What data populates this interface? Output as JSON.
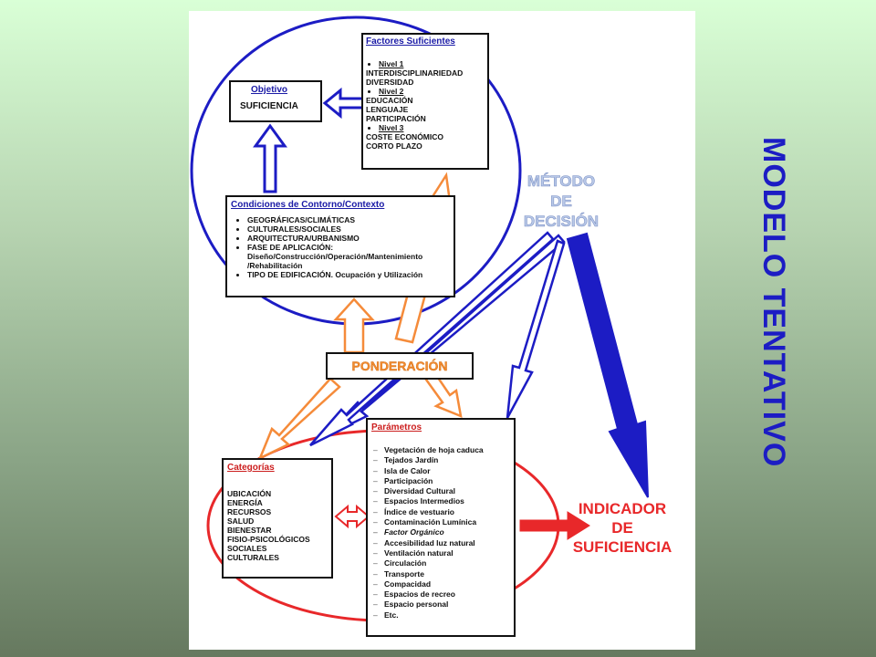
{
  "side_title": "MODELO TENTATIVO",
  "objetivo": {
    "title": "Objetivo",
    "value": "SUFICIENCIA"
  },
  "factores": {
    "title": "Factores Suficientes",
    "levels": [
      {
        "label": "Nivel 1",
        "items": [
          "INTERDISCIPLINARIEDAD",
          "DIVERSIDAD"
        ]
      },
      {
        "label": "Nivel 2",
        "items": [
          "EDUCACIÓN",
          "LENGUAJE",
          "PARTICIPACIÓN"
        ]
      },
      {
        "label": "Nivel 3",
        "items": [
          "COSTE ECONÓMICO",
          "CORTO PLAZO"
        ]
      }
    ]
  },
  "condiciones": {
    "title": "Condiciones de Contorno/Contexto",
    "items": [
      "GEOGRÁFICAS/CLIMÁTICAS",
      "CULTURALES/SOCIALES",
      "ARQUITECTURA/URBANISMO",
      "FASE DE APLICACIÓN: Diseño/Construcción/Operación/Mantenimiento /Rehabilitación",
      "TIPO DE EDIFICACIÓN. Ocupación y Utilización"
    ]
  },
  "metodo": {
    "line1": "MÉTODO",
    "line2": "DE",
    "line3": "DECISIÓN"
  },
  "ponderacion": "PONDERACIÓN",
  "categorias": {
    "title": "Categorías",
    "items": [
      "UBICACIÓN",
      "ENERGÍA",
      "RECURSOS",
      "SALUD",
      "BIENESTAR",
      "FISIO-PSICOLÓGICOS",
      "SOCIALES",
      "CULTURALES"
    ]
  },
  "parametros": {
    "title": "Parámetros",
    "items": [
      "Vegetación de hoja caduca",
      "Tejados Jardín",
      "Isla de Calor",
      "Participación",
      "Diversidad Cultural",
      "Espacios Intermedios",
      "Índice de vestuario",
      "Contaminación Lumínica",
      "Factor Orgánico",
      "Accesibilidad luz natural",
      "Ventilación natural",
      "Circulación",
      "Transporte",
      "Compacidad",
      "Espacios de recreo",
      "Espacio personal",
      "Etc."
    ]
  },
  "indicador": {
    "line1": "INDICADOR",
    "line2": "DE",
    "line3": "SUFICIENCIA"
  },
  "colors": {
    "blue": "#1c1cc4",
    "red": "#e8282a",
    "orange": "#f58b3a",
    "metodo_text": "#b9c9e8",
    "ponderacion_text": "#f28c30"
  }
}
